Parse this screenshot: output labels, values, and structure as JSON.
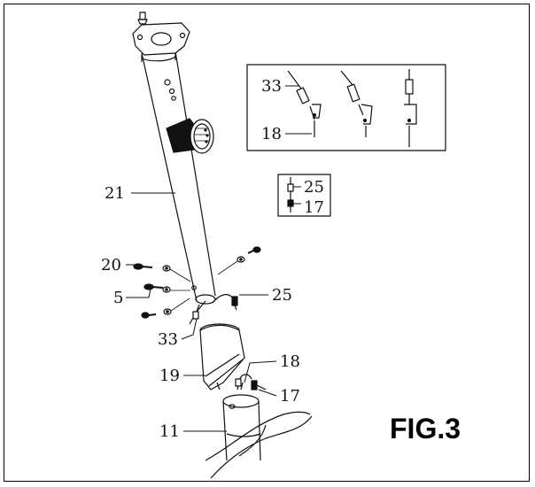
{
  "figure": {
    "title": "FIG.3"
  },
  "callouts": {
    "c21": "21",
    "c20": "20",
    "c5": "5",
    "c25a": "25",
    "c33a": "33",
    "c19": "19",
    "c18a": "18",
    "c17a": "17",
    "c11": "11"
  },
  "inset_connectors": {
    "c33": "33",
    "c18": "18"
  },
  "inset_cable": {
    "c25": "25",
    "c17": "17"
  }
}
